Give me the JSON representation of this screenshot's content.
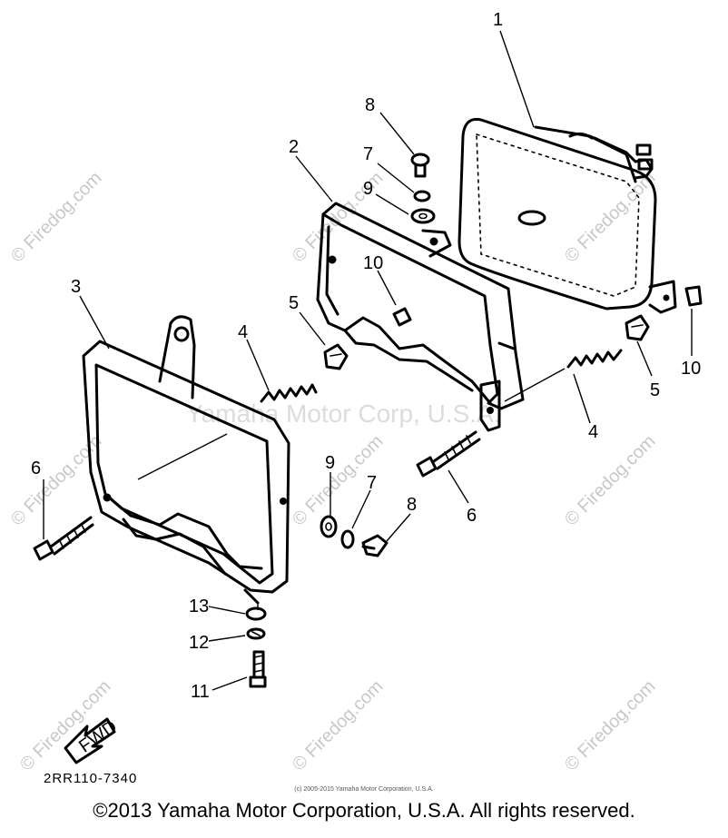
{
  "diagram": {
    "callouts": [
      "1",
      "2",
      "3",
      "4",
      "4",
      "5",
      "5",
      "6",
      "6",
      "7",
      "7",
      "8",
      "8",
      "9",
      "9",
      "10",
      "10",
      "11",
      "12",
      "13"
    ],
    "fwd_label": "FWD",
    "part_code": "2RR110-7340",
    "watermark_main": "Yamaha Motor Corp, U.S.A.",
    "watermark_site": "© Firedog.com",
    "small_copyright": "(c) 2005-2015 Yamaha Motor Corporation, U.S.A.",
    "copyright": "©2013 Yamaha Motor Corporation, U.S.A. All rights reserved."
  }
}
